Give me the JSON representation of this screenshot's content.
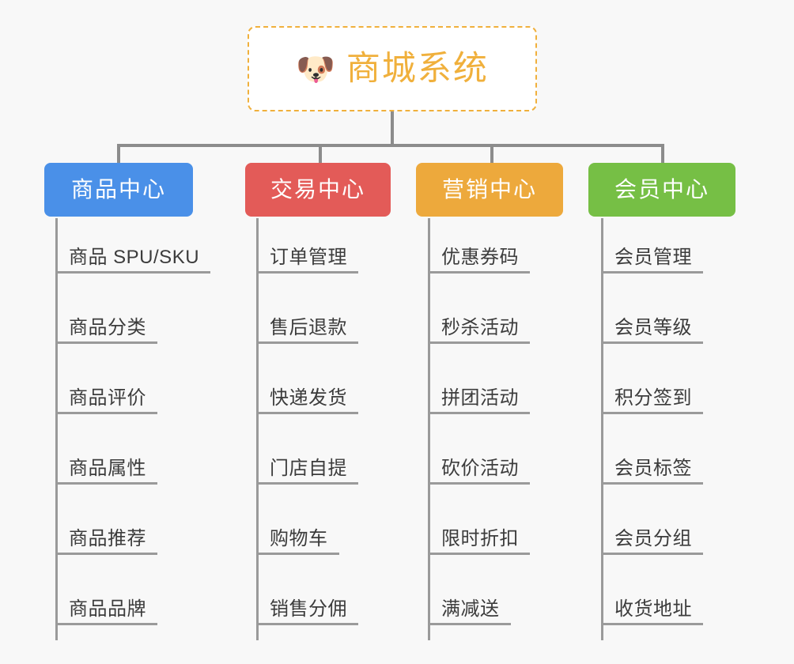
{
  "diagram": {
    "title": "商城系统",
    "type": "mind-map",
    "background_color": "#f8f8f8",
    "root": {
      "label": "商城系统",
      "icon": "dog-face-icon",
      "icon_glyph": "🐶",
      "text_color": "#f0b03c",
      "border_color": "#f0b03c",
      "background_color": "#ffffff"
    },
    "connector_color": "#8c8c8c",
    "leaf_line_color": "#9a9a9a",
    "leaf_text_color": "#3c3c3c",
    "branches": [
      {
        "id": "product-center",
        "label": "商品中心",
        "color": "#4a90e8",
        "items": [
          "商品 SPU/SKU",
          "商品分类",
          "商品评价",
          "商品属性",
          "商品推荐",
          "商品品牌"
        ]
      },
      {
        "id": "trade-center",
        "label": "交易中心",
        "color": "#e35b58",
        "items": [
          "订单管理",
          "售后退款",
          "快递发货",
          "门店自提",
          "购物车",
          "销售分佣"
        ]
      },
      {
        "id": "marketing-center",
        "label": "营销中心",
        "color": "#eda93c",
        "items": [
          "优惠券码",
          "秒杀活动",
          "拼团活动",
          "砍价活动",
          "限时折扣",
          "满减送"
        ]
      },
      {
        "id": "member-center",
        "label": "会员中心",
        "color": "#76bf45",
        "items": [
          "会员管理",
          "会员等级",
          "积分签到",
          "会员标签",
          "会员分组",
          "收货地址"
        ]
      }
    ]
  }
}
